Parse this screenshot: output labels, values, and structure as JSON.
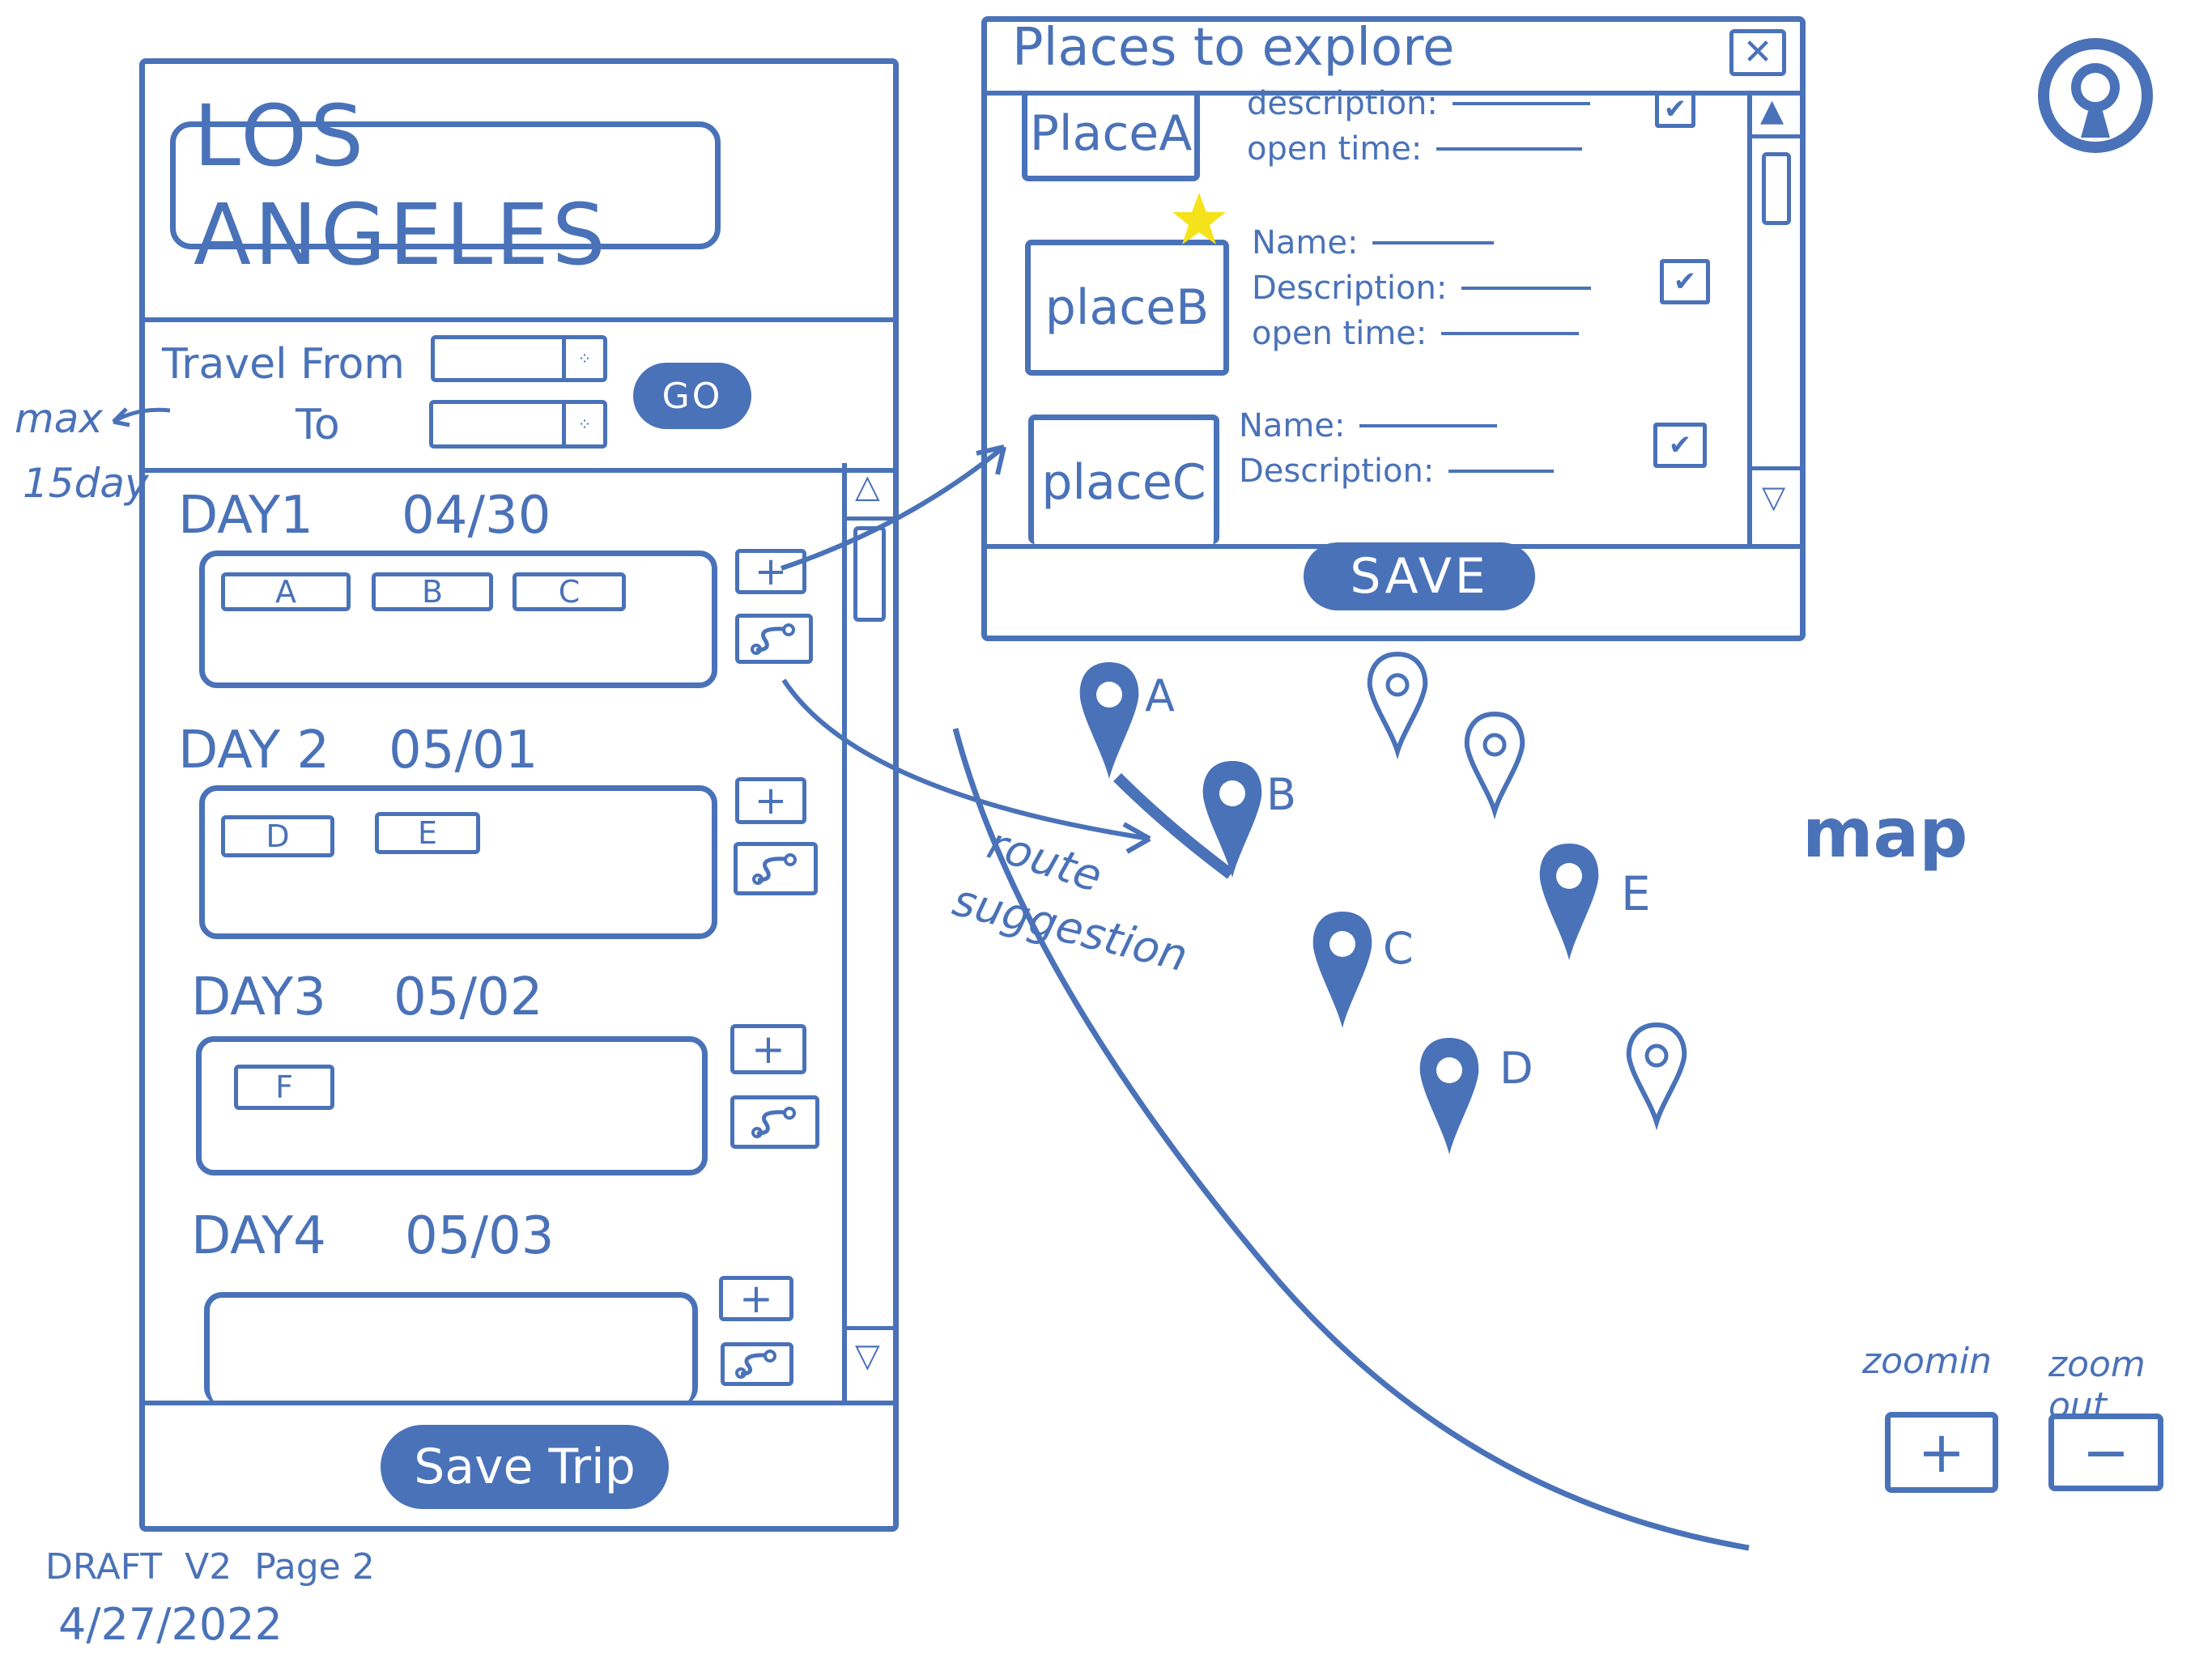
{
  "planner": {
    "city": "LOS ANGELES",
    "travel_from_label": "Travel From",
    "to_label": "To",
    "go_label": "GO",
    "max_note": "max",
    "max_days_note": "15day",
    "days": [
      {
        "label": "DAY1",
        "date": "04/30",
        "places": [
          "A",
          "B",
          "C"
        ]
      },
      {
        "label": "DAY 2",
        "date": "05/01",
        "places": [
          "D",
          "E"
        ]
      },
      {
        "label": "DAY3",
        "date": "05/02",
        "places": [
          "F"
        ]
      },
      {
        "label": "DAY4",
        "date": "05/03",
        "places": []
      }
    ],
    "save_trip_label": "Save Trip"
  },
  "places_panel": {
    "title": "Places to explore",
    "close_icon": "close-icon",
    "places": [
      {
        "name": "PlaceA",
        "fields": [
          "description:",
          "open time:"
        ],
        "checked": true
      },
      {
        "name": "placeB",
        "fields": [
          "Name:",
          "Description:",
          "open time:"
        ],
        "checked": true,
        "starred": true
      },
      {
        "name": "placeC",
        "fields": [
          "Name:",
          "Description:"
        ],
        "checked": true
      }
    ],
    "save_label": "SAVE"
  },
  "map": {
    "label": "map",
    "route_note_line1": "route",
    "route_note_line2": "suggestion",
    "markers": [
      "A",
      "B",
      "C",
      "D",
      "E"
    ],
    "zoom_in_label": "zoomin",
    "zoom_out_label": "zoom out",
    "zoom_in_symbol": "+",
    "zoom_out_symbol": "−"
  },
  "draft": {
    "version": "DRAFT  V2  Page 2",
    "date": "4/27/2022"
  },
  "colors": {
    "ink": "#4a72b8",
    "star": "#f5e21b"
  }
}
